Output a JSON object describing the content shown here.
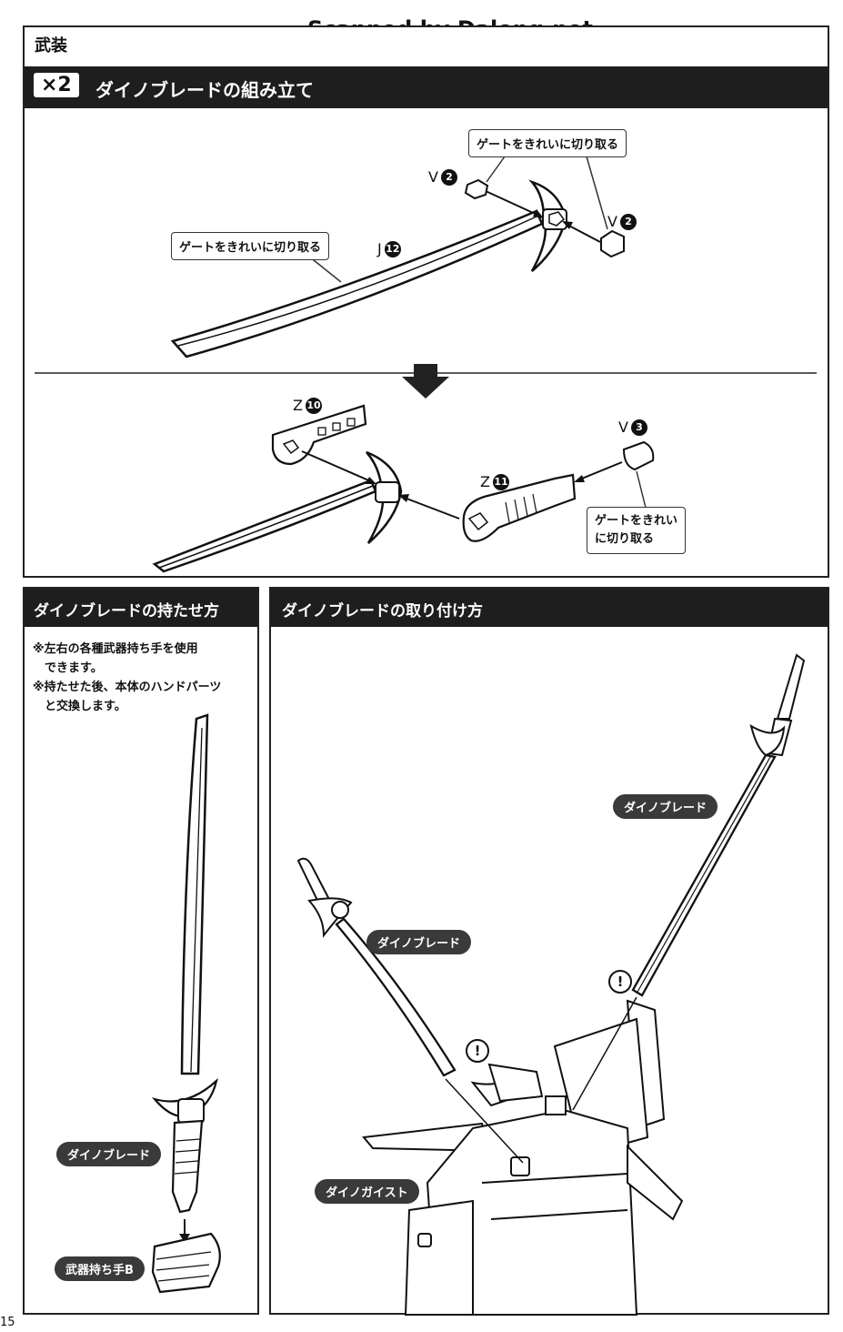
{
  "watermark": "Scanned by Dalong.net",
  "page_number": "15",
  "section_title": "武装",
  "assembly": {
    "multiplier": "×2",
    "title": "ダイノブレードの組み立て",
    "callout_gate": "ゲートをきれいに切り取る",
    "callout_gate_split": [
      "ゲートをきれい",
      "に切り取る"
    ],
    "parts": {
      "v2": {
        "letter": "V",
        "num": "2"
      },
      "j12": {
        "letter": "J",
        "num": "12"
      },
      "z10": {
        "letter": "Z",
        "num": "10"
      },
      "z11": {
        "letter": "Z",
        "num": "11"
      },
      "v3": {
        "letter": "V",
        "num": "3"
      }
    }
  },
  "holding": {
    "title": "ダイノブレードの持たせ方",
    "notes": [
      "※左右の各種武器持ち手を使用",
      "　できます。",
      "※持たせた後、本体のハンドパーツ",
      "　と交換します。"
    ],
    "label_blade": "ダイノブレード",
    "label_hand": "武器持ち手B"
  },
  "mounting": {
    "title": "ダイノブレードの取り付け方",
    "label_blade": "ダイノブレード",
    "label_robot": "ダイノガイスト",
    "warn_mark": "!"
  }
}
